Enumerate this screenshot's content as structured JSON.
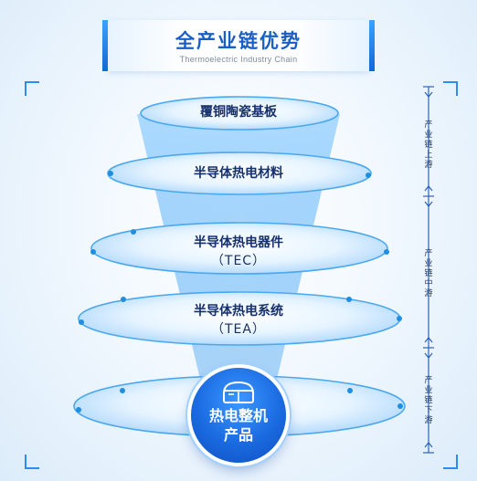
{
  "header": {
    "title": "全产业链优势",
    "subtitle": "Thermoelectric Industry Chain"
  },
  "layers": [
    {
      "label": "覆铜陶瓷基板",
      "sub": ""
    },
    {
      "label": "半导体热电材料",
      "sub": ""
    },
    {
      "label": "半导体热电器件",
      "sub": "（TEC）"
    },
    {
      "label": "半导体热电系统",
      "sub": "（TEA）"
    }
  ],
  "center": {
    "line1": "热电整机",
    "line2": "产品",
    "icon": "refrigerator-icon"
  },
  "side_sections": [
    {
      "label": "产业链上游"
    },
    {
      "label": "产业链中游"
    },
    {
      "label": "产业链下游"
    }
  ],
  "colors": {
    "accent": "#1a6ae0",
    "title": "#1a5fc4",
    "label": "#15306b",
    "dot": "#1e8fe0"
  }
}
